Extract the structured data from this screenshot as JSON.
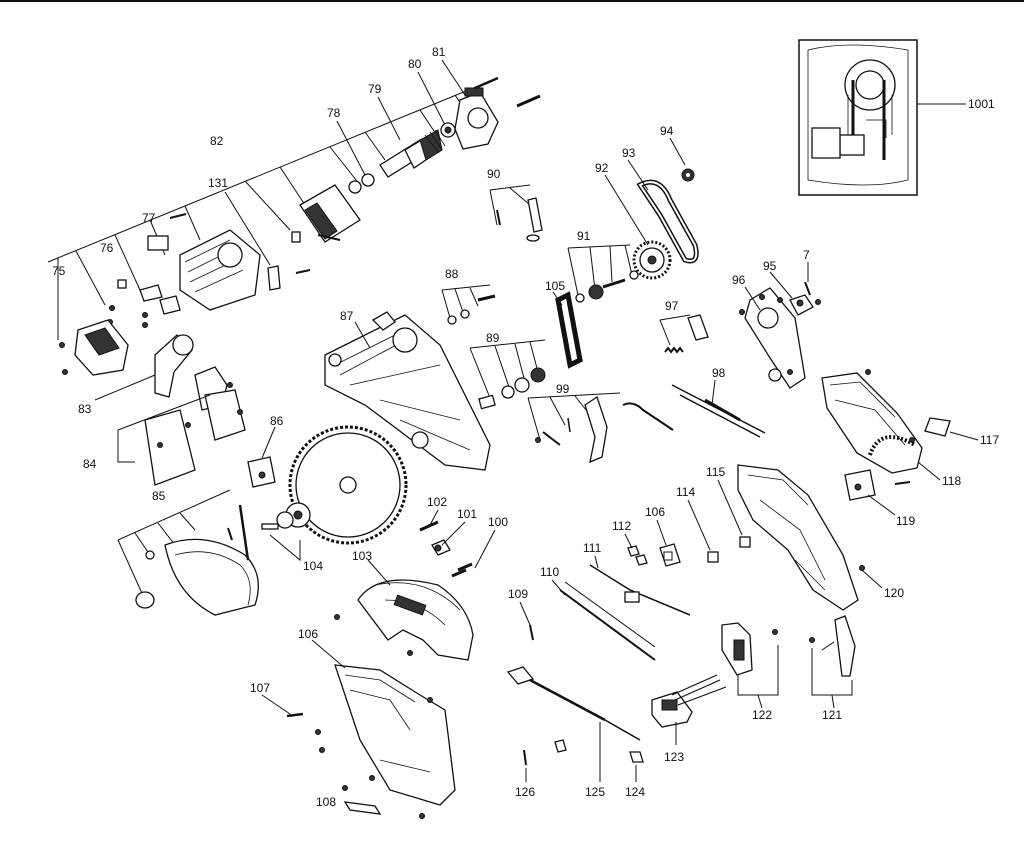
{
  "labels": {
    "l1001": "1001",
    "l7": "7",
    "l75": "75",
    "l76": "76",
    "l77": "77",
    "l78": "78",
    "l79": "79",
    "l80": "80",
    "l81": "81",
    "l82": "82",
    "l83": "83",
    "l84": "84",
    "l85": "85",
    "l86": "86",
    "l87": "87",
    "l88": "88",
    "l89": "89",
    "l90": "90",
    "l91": "91",
    "l92": "92",
    "l93": "93",
    "l94": "94",
    "l95": "95",
    "l96": "96",
    "l97": "97",
    "l98": "98",
    "l99": "99",
    "l100": "100",
    "l101": "101",
    "l102": "102",
    "l103": "103",
    "l104": "104",
    "l105": "105",
    "l106a": "106",
    "l106b": "106",
    "l107": "107",
    "l108": "108",
    "l109": "109",
    "l110": "110",
    "l111": "111",
    "l112": "112",
    "l114": "114",
    "l115": "115",
    "l117": "117",
    "l118": "118",
    "l119": "119",
    "l120": "120",
    "l121": "121",
    "l122": "122",
    "l123": "123",
    "l124": "124",
    "l125": "125",
    "l126": "126",
    "l131": "131"
  }
}
